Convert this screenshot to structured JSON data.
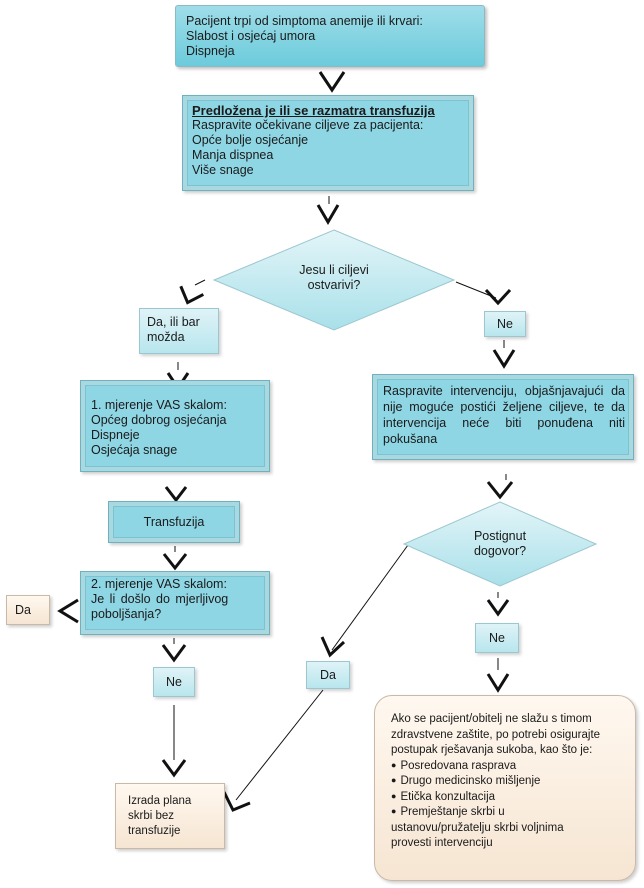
{
  "symptoms": {
    "lines": [
      "Pacijent trpi od simptoma anemije ili krvari:",
      "Slabost i osjećaj umora",
      "Dispneja"
    ]
  },
  "transfusion_proposed": {
    "title": "Predložena je ili se razmatra transfuzija",
    "lines": [
      "Raspravite očekivane ciljeve za pacijenta:",
      "Opće bolje osjećanje",
      "Manja dispnea",
      "Više snage"
    ]
  },
  "decision_goals": {
    "lines": [
      "Jesu li ciljevi",
      "ostvarivi?"
    ]
  },
  "yes_maybe": {
    "lines": [
      "Da, ili bar",
      "možda"
    ]
  },
  "no_1": {
    "label": "Ne"
  },
  "vas_first": {
    "lines": [
      "1. mjerenje VAS skalom:",
      "Općeg dobrog osjećanja",
      "Dispneje",
      "Osjećaja snage"
    ]
  },
  "transfusion": {
    "label": "Transfuzija"
  },
  "vas_second": {
    "lines": [
      "2. mjerenje VAS skalom:",
      "Je li došlo do mjerljivog",
      "poboljšanja?"
    ]
  },
  "yes_left": {
    "label": "Da"
  },
  "no_2": {
    "label": "Ne"
  },
  "plan": {
    "lines": [
      "Izrada plana",
      "skrbi bez",
      "transfuzije"
    ]
  },
  "discuss": {
    "text": "Raspravite intervenciju, objašnjavajući da nije moguće postići željene ciljeve, te da intervencija neće biti ponuđena niti pokušana"
  },
  "decision_agreement": {
    "lines": [
      "Postignut",
      "dogovor?"
    ]
  },
  "yes_mid": {
    "label": "Da"
  },
  "no_3": {
    "label": "Ne"
  },
  "conflict": {
    "intro": "Ako se pacijent/obitelj ne slažu s timom zdravstvene zaštite, po potrebi osigurajte postupak rješavanja sukoba, kao što je:",
    "items": [
      "Posredovana rasprava",
      "Drugo medicinsko mišljenje",
      "Etička konzultacija",
      "Premještanje skrbi u ustanovu/pružatelju skrbi voljnima provesti intervenciju"
    ]
  },
  "colors": {
    "teal": "#7fd0df",
    "light_teal": "#c9ecf2",
    "cream": "#f8ebdc",
    "arrow": "#111111"
  }
}
